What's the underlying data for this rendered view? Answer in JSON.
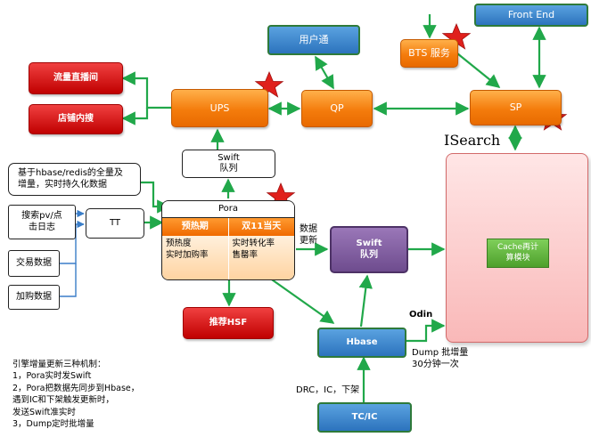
{
  "nodes": {
    "front_end": "Front End",
    "bts": "BTS 服务",
    "user_center": "用户通",
    "live_room": "流量直播间",
    "shop_search": "店铺内搜",
    "ups": "UPS",
    "qp": "QP",
    "sp": "SP",
    "swift_queue": [
      "Swift",
      "队列"
    ],
    "hbase_redis": [
      "基于hbase/redis的全量及",
      "增量，实时持久化数据"
    ],
    "search_pv_log": [
      "搜索pv/点",
      "击日志"
    ],
    "tt": "TT",
    "trade_data": "交易数据",
    "cart_data": "加购数据",
    "pora": {
      "title": "Pora",
      "col1_head": "预热期",
      "col2_head": "双11当天",
      "col1_body": [
        "预热度",
        "实时加购率"
      ],
      "col2_body": [
        "实时转化率",
        "售罄率"
      ]
    },
    "swift_queue_purple": [
      "Swift",
      "队列"
    ],
    "recommend_hsf": "推荐HSF",
    "hbase": "Hbase",
    "tcic": "TC/IC",
    "cache_module": [
      "Cache再计",
      "算模块"
    ]
  },
  "labels": {
    "isearch": "ISearch",
    "data_update": [
      "数据",
      "更新"
    ],
    "odin": "Odin",
    "dump_batch": [
      "Dump 批增量",
      "30分钟一次"
    ],
    "drc_ic": "DRC，IC，下架"
  },
  "notes": [
    "引擎增量更新三种机制：",
    "1，Pora实时发Swift",
    "2，Pora把数据先同步到Hbase，",
    "遇到IC和下架触发更新时，",
    "发送Swift准实时",
    "3，Dump定时批增量"
  ],
  "colors": {
    "arrow": "#21a84a",
    "arrow_blue": "#3a7dc8",
    "star": "#e0201c"
  }
}
